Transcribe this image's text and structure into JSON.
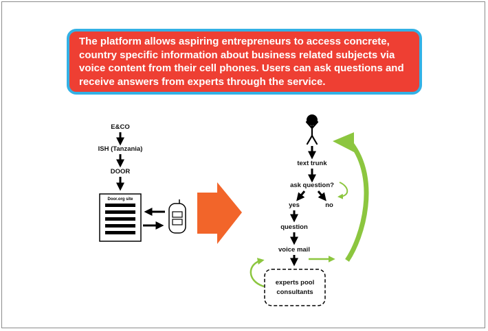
{
  "banner": {
    "text": "The platform allows aspiring entrepreneurs to access concrete, country specific information about business related subjects via voice content from their cell phones. Users can ask questions and receive answers from experts through the service."
  },
  "left_flow": {
    "nodes": [
      "E&CO",
      "ISH (Tanzania)",
      "DOOR"
    ],
    "site_label": "Door.org site"
  },
  "right_flow": {
    "text_trunk": "text trunk",
    "ask_question": "ask question?",
    "yes": "yes",
    "no": "no",
    "question": "question",
    "voice_mail": "voice mail",
    "experts_line1": "experts pool",
    "experts_line2": "consultants"
  },
  "colors": {
    "banner_fill": "#ee3f33",
    "banner_border": "#33b1e5",
    "big_arrow": "#f2652a",
    "loop_arrow": "#8cc63f"
  }
}
